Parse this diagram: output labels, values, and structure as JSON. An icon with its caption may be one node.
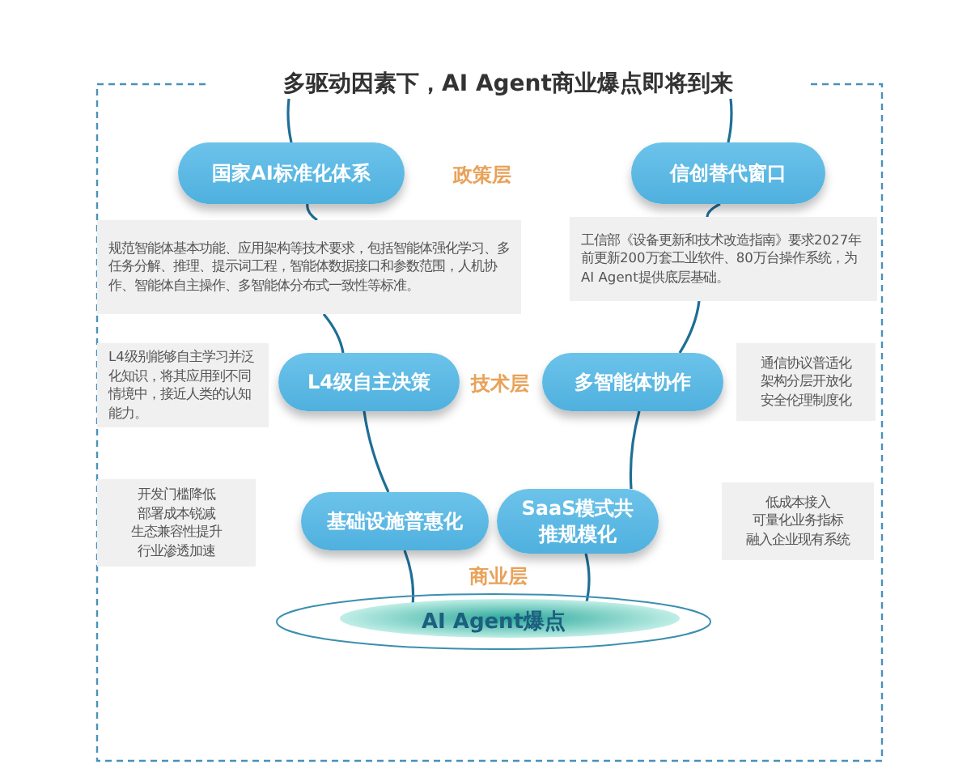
{
  "diagram": {
    "title": "多驱动因素下，AI Agent商业爆点即将到来",
    "nodes": [
      {
        "text": [
          "国家AI标准化体系"
        ]
      },
      {
        "text": [
          "信创替代窗口"
        ]
      },
      {
        "text": [
          "规范智能体基本功能、应用架构等技术要求，包括智能体强化学习、多任务分解、推理、提示词工程，智能体数据接口和参数范围，人机协作、智能体自主操作、多智能体分布式一致性等标准。"
        ]
      },
      {
        "text": [
          "工信部《设备更新和技术改造指南》要求2027年前更新200万套工业软件、80万台操作系统，为AI Agent提供底层基础。"
        ]
      },
      {
        "text": [
          "L4级别能够自主学习并泛化知识，将其应用到不同情境中，接近人类的认知能力。"
        ]
      },
      {
        "text": [
          "L4级自主决策"
        ]
      },
      {
        "text": [
          "多智能体协作"
        ]
      },
      {
        "text": [
          "通信协议普适化",
          "架构分层开放化",
          "安全伦理制度化"
        ]
      },
      {
        "text": [
          "开发门槛降低",
          "部署成本锐减",
          "生态兼容性提升",
          "行业渗透加速"
        ]
      },
      {
        "text": [
          "基础设施普惠化"
        ]
      },
      {
        "text": [
          "SaaS模式共推规模化"
        ]
      },
      {
        "text": [
          "低成本接入",
          "可量化业务指标",
          "融入企业现有系统"
        ]
      },
      {
        "text": [
          "AI Agent爆点"
        ]
      }
    ],
    "edges": [
      {
        "from": null,
        "to": 0,
        "arrow": "none"
      },
      {
        "from": null,
        "to": 1,
        "arrow": "none"
      },
      {
        "from": 0,
        "to": 2,
        "arrow": "none"
      },
      {
        "from": 2,
        "to": 5,
        "arrow": "none"
      },
      {
        "from": 5,
        "to": 9,
        "arrow": "none"
      },
      {
        "from": 9,
        "to": 12,
        "arrow": "none"
      },
      {
        "from": 1,
        "to": 3,
        "arrow": "none"
      },
      {
        "from": 3,
        "to": 6,
        "arrow": "none"
      },
      {
        "from": 6,
        "to": 10,
        "arrow": "none"
      },
      {
        "from": 10,
        "to": 12,
        "arrow": "none"
      }
    ],
    "labels": [
      "政策层",
      "技术层",
      "商业层"
    ]
  }
}
